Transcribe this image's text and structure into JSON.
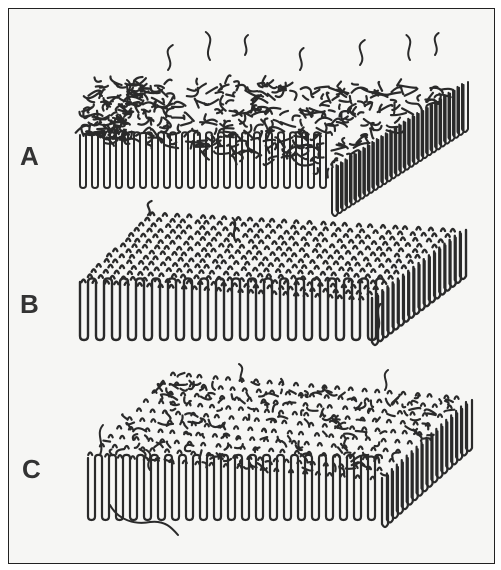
{
  "figure": {
    "panels": [
      {
        "id": "A",
        "label": "A",
        "style": "dense-tangled"
      },
      {
        "id": "B",
        "label": "B",
        "style": "aligned-rows"
      },
      {
        "id": "C",
        "label": "C",
        "style": "mixed"
      }
    ]
  },
  "colors": {
    "ink": "#2a2a2a",
    "paper": "#f6f6f4",
    "frame": "#222222"
  }
}
